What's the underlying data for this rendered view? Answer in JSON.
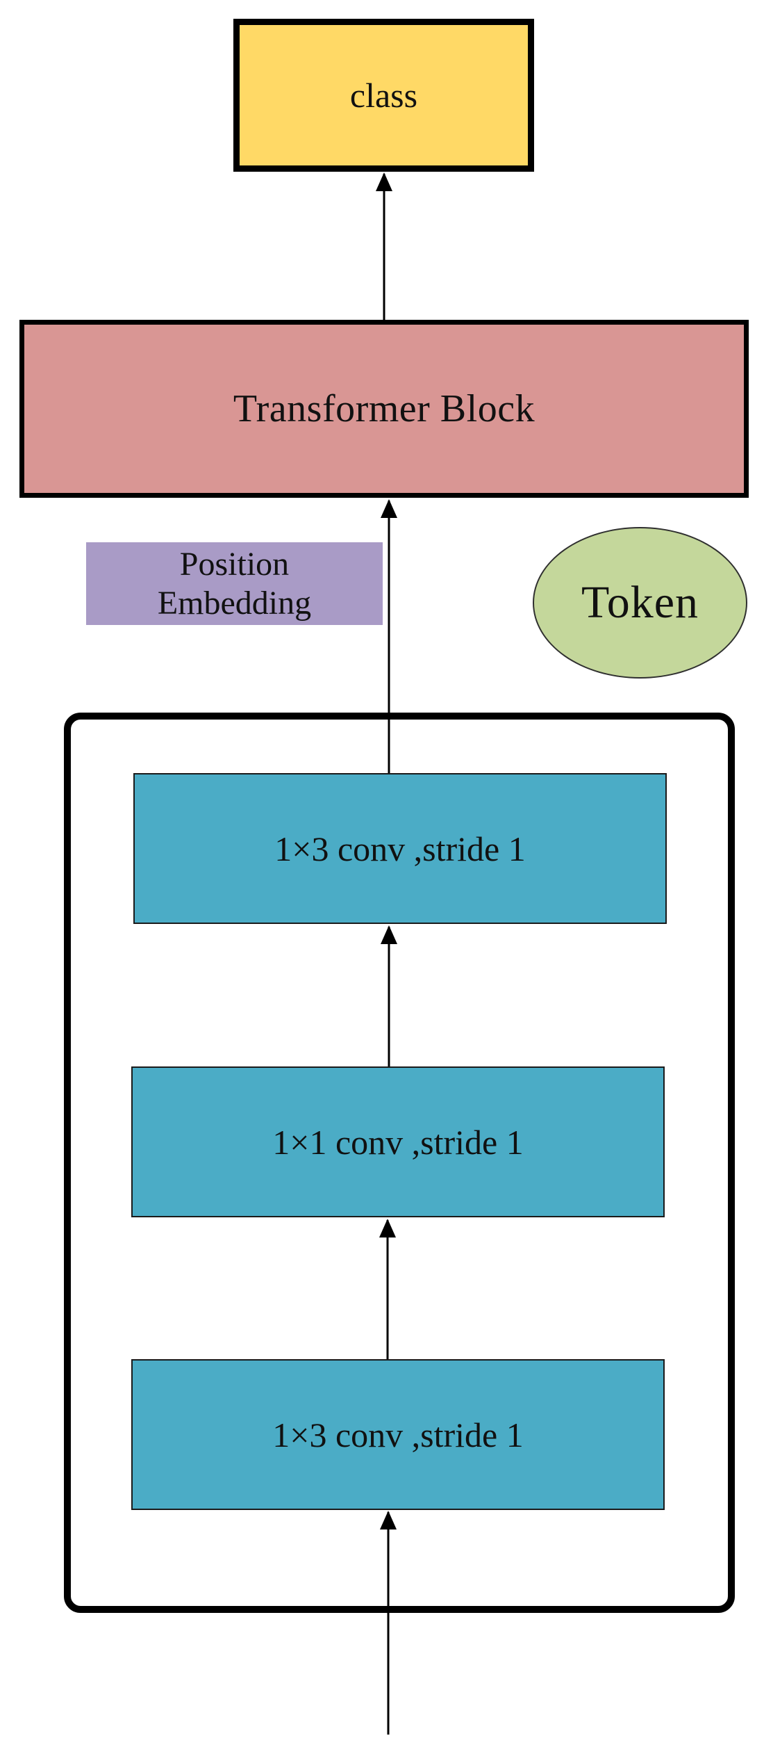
{
  "diagram": {
    "output": {
      "label": "class",
      "color": "#FFD966"
    },
    "transformer": {
      "label": "Transformer Block",
      "color": "#D99694"
    },
    "position_embedding": {
      "label": "Position\nEmbedding",
      "color": "#A99BC6"
    },
    "token": {
      "label": "Token",
      "color": "#C4D79B"
    },
    "conv_layers": [
      {
        "label": "1×3 conv ,stride 1",
        "color": "#4BACC6"
      },
      {
        "label": "1×1 conv ,stride 1",
        "color": "#4BACC6"
      },
      {
        "label": "1×3 conv ,stride 1",
        "color": "#4BACC6"
      }
    ]
  }
}
